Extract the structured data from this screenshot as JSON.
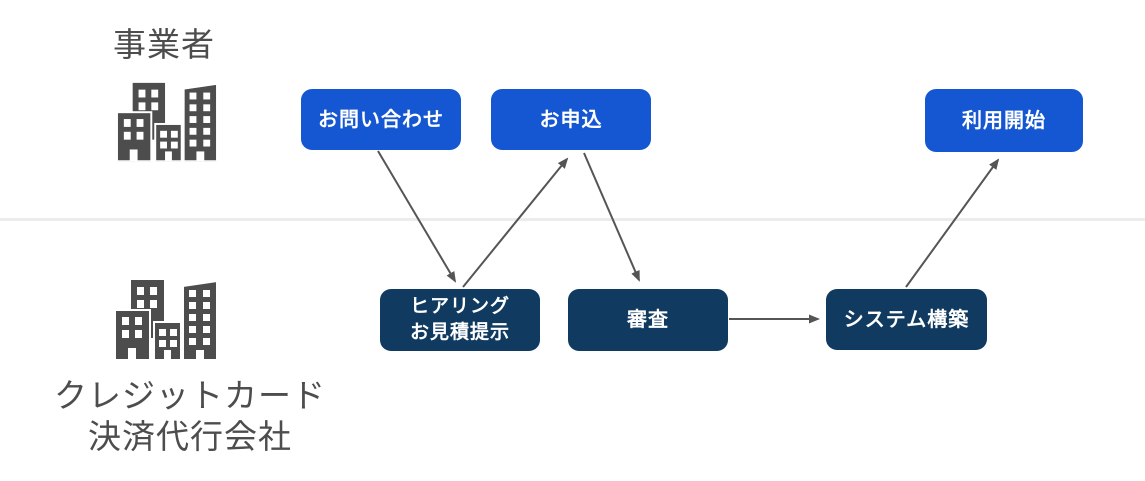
{
  "diagram": {
    "lanes": {
      "top": {
        "actor": "事業者"
      },
      "bottom": {
        "actor_line1": "クレジットカード",
        "actor_line2": "決済代行会社"
      }
    },
    "steps": {
      "inquiry": {
        "label": "お問い合わせ"
      },
      "application": {
        "label": "お申込"
      },
      "usage_start": {
        "label": "利用開始"
      },
      "hearing": {
        "line1": "ヒアリング",
        "line2": "お見積提示"
      },
      "screening": {
        "label": "審査"
      },
      "system_build": {
        "label": "システム構築"
      }
    },
    "flow": [
      {
        "from": "お問い合わせ",
        "to": "ヒアリング お見積提示"
      },
      {
        "from": "ヒアリング お見積提示",
        "to": "お申込"
      },
      {
        "from": "お申込",
        "to": "審査"
      },
      {
        "from": "審査",
        "to": "システム構築"
      },
      {
        "from": "システム構築",
        "to": "利用開始"
      }
    ],
    "icons": {
      "top_actor": "buildings-icon",
      "bottom_actor": "buildings-icon"
    },
    "colors": {
      "merchant_step_bg": "#1557D2",
      "provider_step_bg": "#113A60",
      "step_text": "#FFFFFF",
      "actor_text": "#4D4D4D",
      "building_icon": "#4D4D4D",
      "arrow": "#555555",
      "divider": "#ECECEC"
    }
  }
}
